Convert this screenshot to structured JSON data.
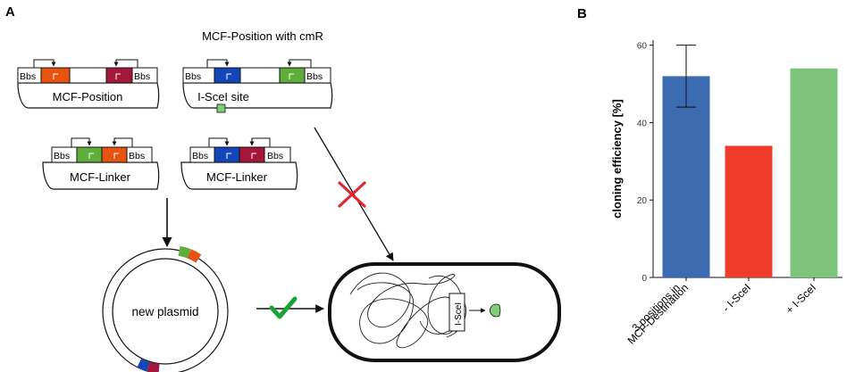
{
  "panels": {
    "a": {
      "label": "A"
    },
    "b": {
      "label": "B"
    }
  },
  "panel_a": {
    "title": "MCF-Position with cmR",
    "site_label": "Bbs",
    "plasmid_names": {
      "mcf_position": "MCF-Position",
      "isce_site": "I-SceI site",
      "linker_1": "MCF-Linker",
      "linker_2": "MCF-Linker"
    },
    "new_plasmid_label": "new plasmid",
    "enzyme_label": "I-SceI",
    "colors": {
      "orange": "#e8540f",
      "red": "#a3173a",
      "blue": "#1346b8",
      "green": "#5fae3b",
      "check": "#1aa33a",
      "cross": "#e0282e",
      "light_green": "#7fcf7a"
    }
  },
  "chart_data": {
    "type": "bar",
    "categories": [
      "3 positions in\nMCF-Destination",
      "- I-SceI",
      "+ I-SceI"
    ],
    "category_lines": [
      [
        "3 positions in",
        "MCF-Destination"
      ],
      [
        "- I-SceI"
      ],
      [
        "+ I-SceI"
      ]
    ],
    "values": [
      52,
      34,
      54
    ],
    "error": [
      {
        "low": 44,
        "high": 60
      },
      null,
      null
    ],
    "colors": [
      "#3b6bb0",
      "#ee3b2a",
      "#7cc57a"
    ],
    "ylabel": "cloning efficiency [%]",
    "ylim": [
      0,
      62
    ],
    "yticks": [
      0,
      20,
      40,
      60
    ],
    "grid": false
  }
}
